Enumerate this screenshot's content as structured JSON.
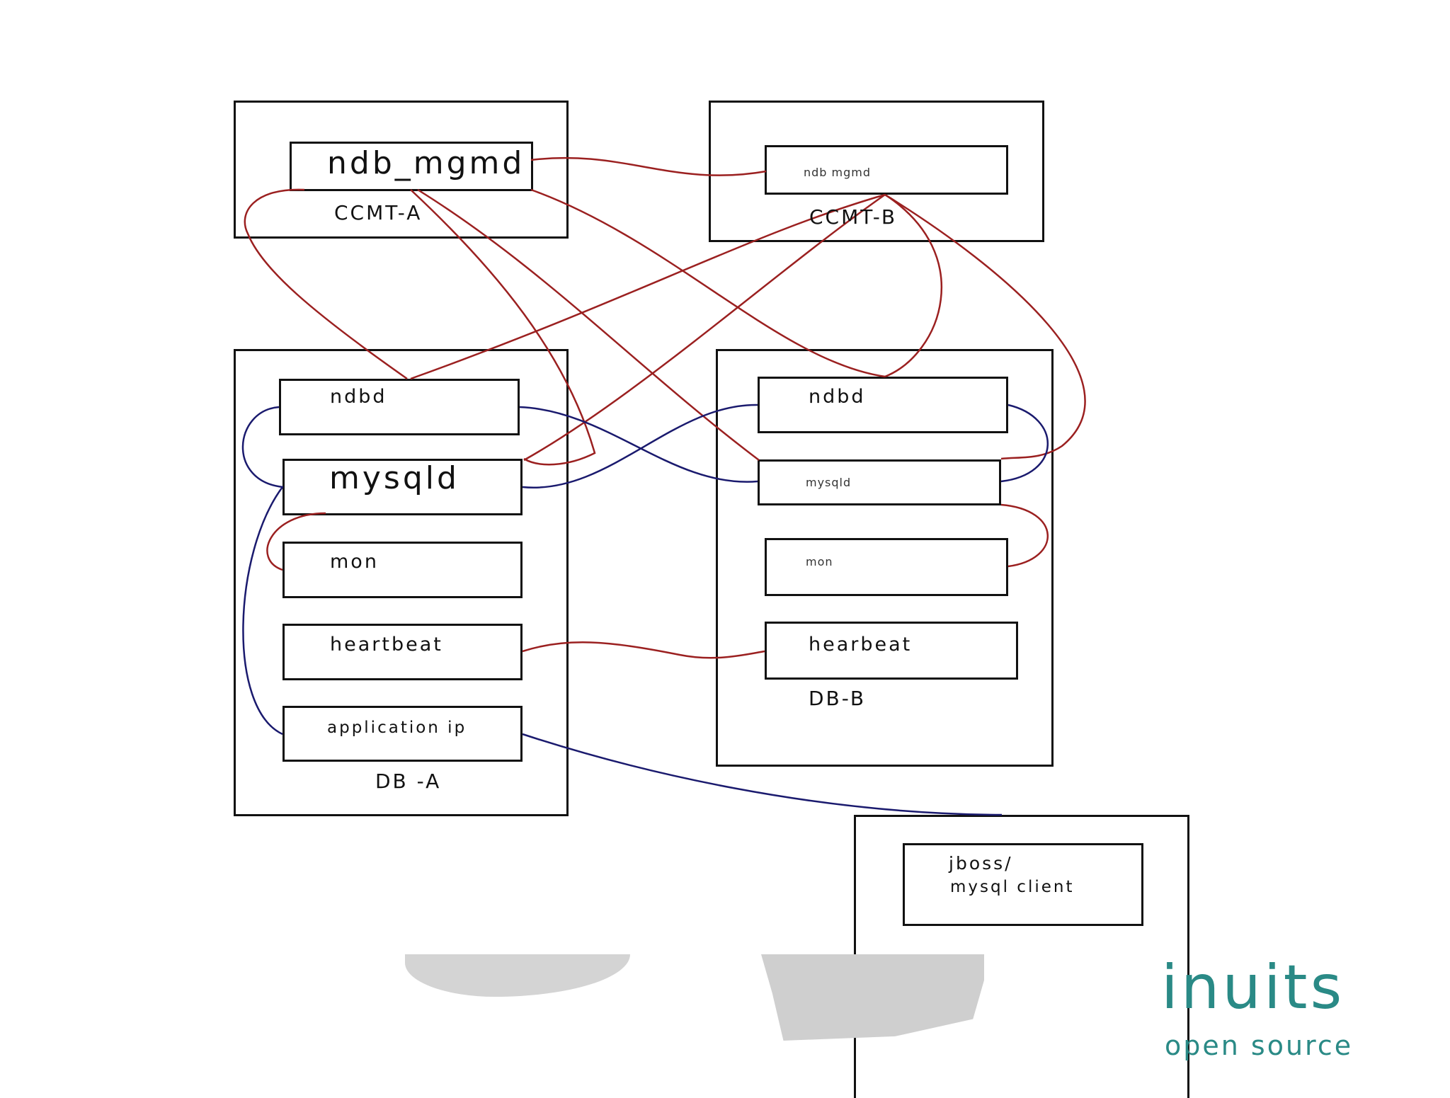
{
  "colors": {
    "red_link": "#9b2020",
    "blue_link": "#1a1a6e",
    "logo": "#2a8a86"
  },
  "diagram": {
    "ccmt_a": {
      "label": "CCMT-A",
      "process": "ndb_mgmd"
    },
    "ccmt_b": {
      "label": "CCMT-B",
      "process": "ndb mgmd"
    },
    "db_a": {
      "label": "DB -A",
      "processes": [
        "ndbd",
        "mysqld",
        "mon",
        "heartbeat",
        "application ip"
      ]
    },
    "db_b": {
      "label": "DB-B",
      "processes": [
        "ndbd",
        "mysqld",
        "mon",
        "hearbeat"
      ]
    },
    "client": {
      "line1": "jboss/",
      "line2": "mysql client"
    }
  },
  "logo": {
    "name": "inuits",
    "tagline": "open source"
  }
}
